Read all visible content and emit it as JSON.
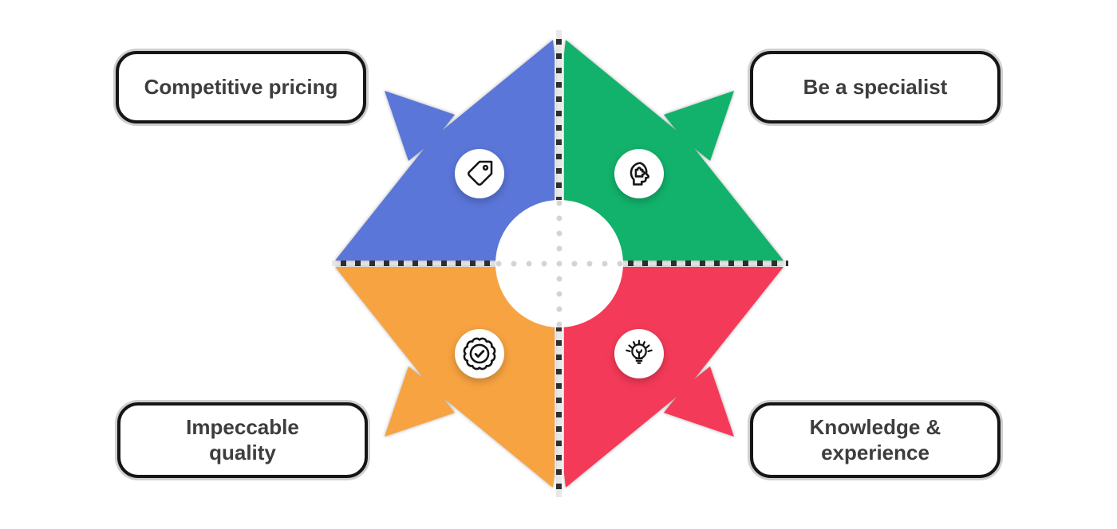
{
  "title": "Four-direction arrow star infographic",
  "colors": {
    "background": "#ffffff",
    "blue": "#5B76D9",
    "green": "#12B26C",
    "orange": "#F7A341",
    "red": "#F43A59",
    "dash_dark": "#2f2f2f",
    "dash_light": "#e8e8e8",
    "dot_gray": "#d4d4d4",
    "card_border": "#161616",
    "label_text": "#3d3d3d"
  },
  "quadrants": [
    {
      "id": "top-left",
      "label": "Competitive pricing",
      "lines": [
        "Competitive pricing"
      ],
      "color": "#5B76D9",
      "icon": "price-tag-icon"
    },
    {
      "id": "top-right",
      "label": "Be a specialist",
      "lines": [
        "Be a specialist"
      ],
      "color": "#12B26C",
      "icon": "head-puzzle-icon"
    },
    {
      "id": "bottom-left",
      "label": "Impeccable quality",
      "lines": [
        "Impeccable",
        "quality"
      ],
      "color": "#F7A341",
      "icon": "badge-check-icon"
    },
    {
      "id": "bottom-right",
      "label": "Knowledge & experience",
      "lines": [
        "Knowledge &",
        "experience"
      ],
      "color": "#F43A59",
      "icon": "lightbulb-icon"
    }
  ]
}
